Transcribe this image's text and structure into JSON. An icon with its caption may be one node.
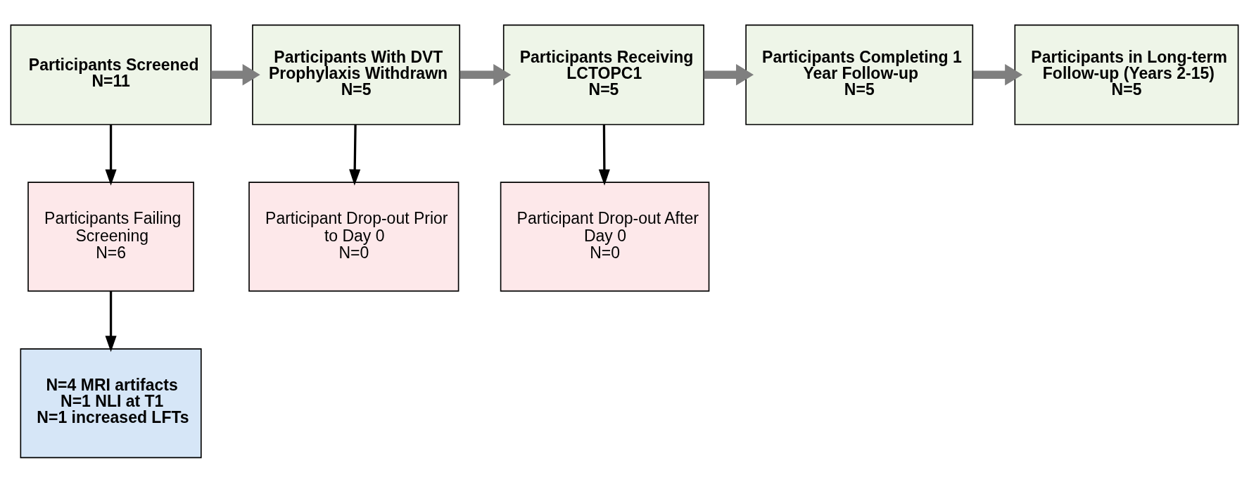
{
  "diagram": {
    "nodes": [
      {
        "text": [
          "Participants Screened",
          "N=11"
        ]
      },
      {
        "text": [
          "Participants With DVT Prophylaxis Withdrawn",
          "N=5"
        ]
      },
      {
        "text": [
          "Participants Receiving LCTOPC1",
          "N=5"
        ]
      },
      {
        "text": [
          "Participants Completing 1 Year Follow-up",
          "N=5"
        ]
      },
      {
        "text": [
          "Participants in Long-term Follow-up (Years 2-15)",
          "N=5"
        ]
      },
      {
        "text": [
          "Participants Failing Screening",
          "N=6"
        ]
      },
      {
        "text": [
          "Participant Drop-out Prior to Day 0",
          "N=0"
        ]
      },
      {
        "text": [
          "Participant Drop-out After Day 0",
          "N=0"
        ]
      },
      {
        "text": [
          "N=4 MRI artifacts",
          "N=1 NLI at T1",
          "N=1 increased LFTs"
        ]
      }
    ],
    "edges": [
      {
        "from": 0,
        "to": 1,
        "arrow": "to",
        "style": "thick",
        "color": "#7f7f7f"
      },
      {
        "from": 1,
        "to": 2,
        "arrow": "to",
        "style": "thick",
        "color": "#7f7f7f"
      },
      {
        "from": 2,
        "to": 3,
        "arrow": "to",
        "style": "thick",
        "color": "#7f7f7f"
      },
      {
        "from": 3,
        "to": 4,
        "arrow": "to",
        "style": "thick",
        "color": "#7f7f7f"
      },
      {
        "from": 0,
        "to": 5,
        "arrow": "to",
        "color": "#000000"
      },
      {
        "from": 1,
        "to": 6,
        "arrow": "to",
        "color": "#000000"
      },
      {
        "from": 2,
        "to": 7,
        "arrow": "to",
        "color": "#000000"
      },
      {
        "from": 5,
        "to": 8,
        "arrow": "to",
        "color": "#000000"
      }
    ]
  }
}
